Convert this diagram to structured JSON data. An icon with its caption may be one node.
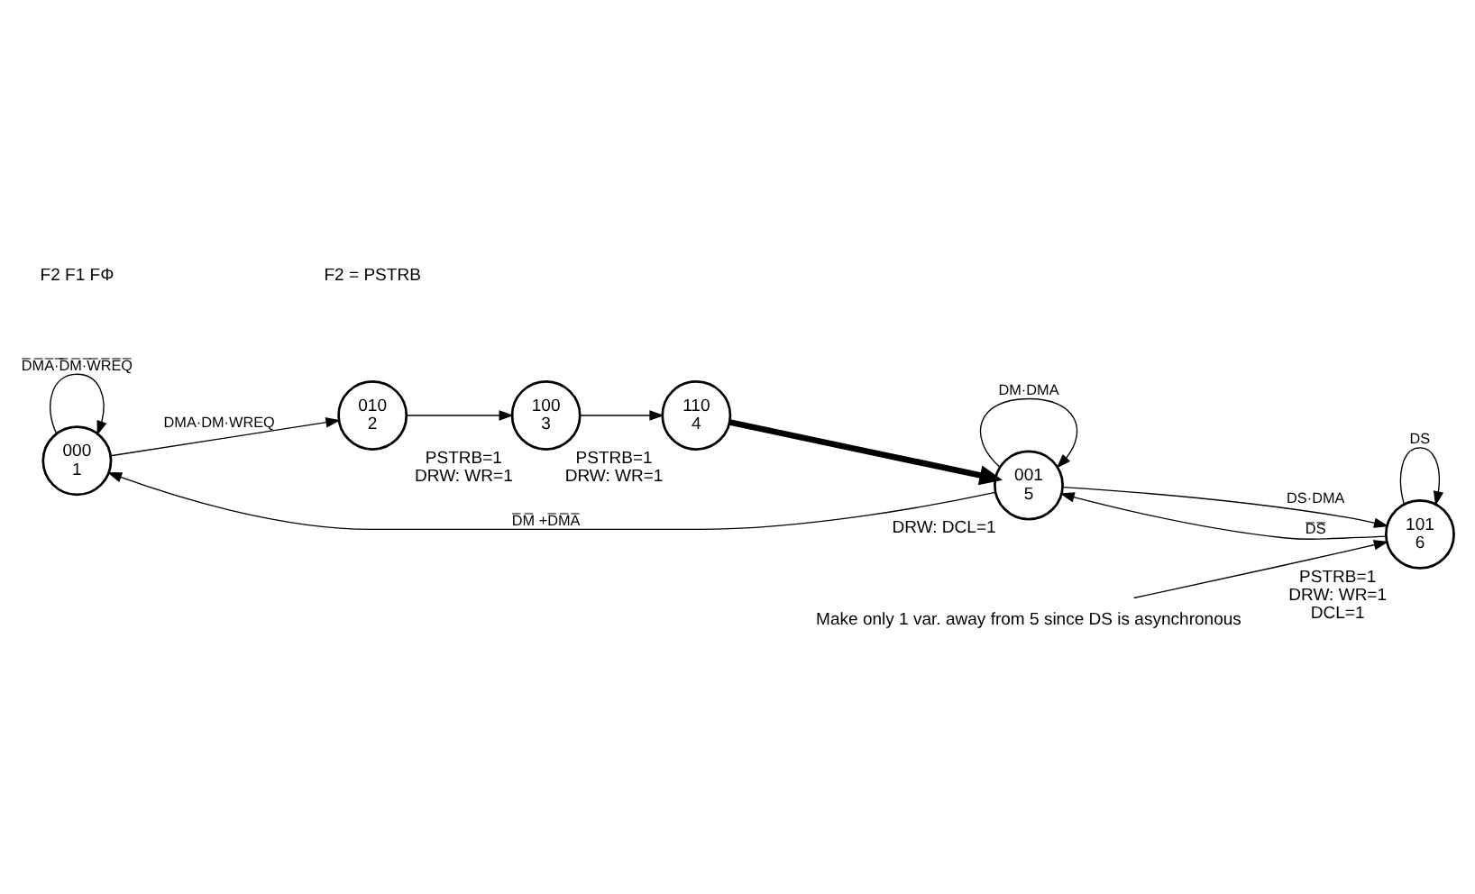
{
  "diagram": {
    "nodes": [
      {
        "text": [
          "000",
          "1"
        ]
      },
      {
        "text": [
          "010",
          "2"
        ]
      },
      {
        "text": [
          "001",
          "5"
        ],
        "beside": [
          "DRW: DCL=1"
        ]
      },
      {
        "text": [
          "101",
          "6"
        ],
        "beside": [
          "PSTRB=1",
          "DRW: WR=1",
          "DCL=1"
        ]
      },
      {
        "text": [
          "100",
          "3"
        ],
        "beside": [
          "PSTRB=1",
          "DRW: WR=1"
        ]
      },
      {
        "text": [
          "110",
          "4"
        ],
        "beside": [
          "PSTRB=1",
          "DRW: WR=1"
        ]
      },
      {
        "text": [
          "Make only 1 var. away from 5 since DS is asynchronous"
        ]
      }
    ],
    "edges": [
      {
        "from": 0,
        "to": 0,
        "arrow": "to",
        "label": "D̅M̅A̅·̅D̅M̅·̅W̅R̅E̅Q̅"
      },
      {
        "from": 0,
        "to": 1,
        "arrow": "to",
        "label": "DMA·DM·WREQ"
      },
      {
        "from": 2,
        "to": 2,
        "arrow": "to",
        "label": "DM·DMA"
      },
      {
        "from": 2,
        "to": 0,
        "arrow": "to",
        "label": "D̅M̅ +D̅M̅A̅"
      },
      {
        "from": 2,
        "to": 3,
        "arrow": "to",
        "label": "DS·DMA"
      },
      {
        "from": 3,
        "to": 2,
        "arrow": "to",
        "label": "D̅S̅"
      },
      {
        "from": 3,
        "to": 3,
        "arrow": "to",
        "label": "DS"
      },
      {
        "from": 1,
        "to": 4,
        "arrow": "to"
      },
      {
        "from": 4,
        "to": 5,
        "arrow": "to"
      },
      {
        "from": 5,
        "to": 2,
        "arrow": "to",
        "style": "thick"
      },
      {
        "from": 6,
        "to": 3,
        "arrow": "to"
      }
    ],
    "labels": [
      "F2 F1 FΦ",
      "F2 = PSTRB"
    ]
  }
}
